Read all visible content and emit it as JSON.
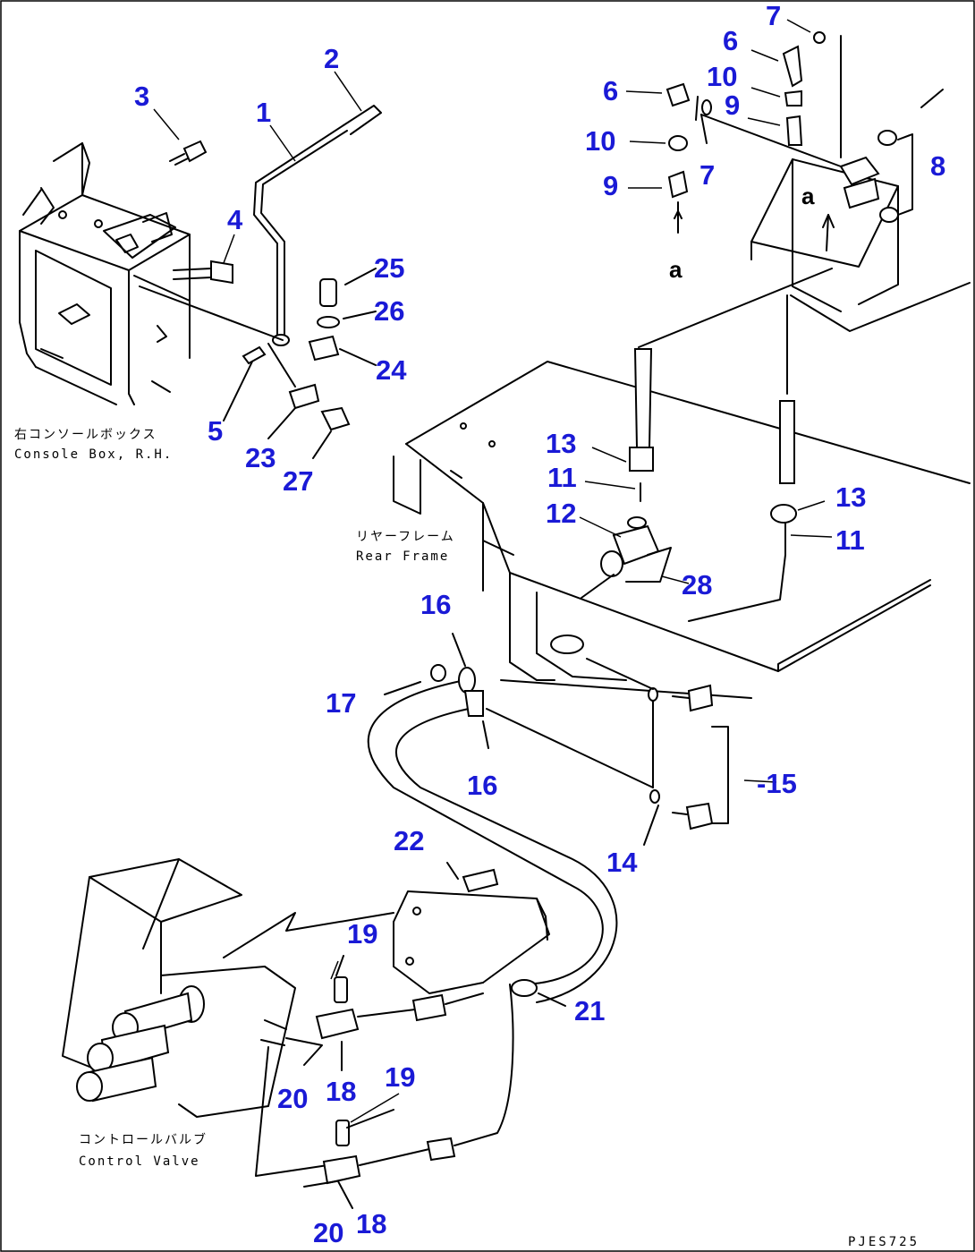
{
  "diagram": {
    "callouts": [
      {
        "id": "c1",
        "text": "1"
      },
      {
        "id": "c2",
        "text": "2"
      },
      {
        "id": "c3",
        "text": "3"
      },
      {
        "id": "c4",
        "text": "4"
      },
      {
        "id": "c5",
        "text": "5"
      },
      {
        "id": "c6a",
        "text": "6"
      },
      {
        "id": "c6b",
        "text": "6"
      },
      {
        "id": "c7a",
        "text": "7"
      },
      {
        "id": "c7b",
        "text": "7"
      },
      {
        "id": "c8",
        "text": "8"
      },
      {
        "id": "c9a",
        "text": "9"
      },
      {
        "id": "c9b",
        "text": "9"
      },
      {
        "id": "c10a",
        "text": "10"
      },
      {
        "id": "c10b",
        "text": "10"
      },
      {
        "id": "c11a",
        "text": "11"
      },
      {
        "id": "c11b",
        "text": "11"
      },
      {
        "id": "c12",
        "text": "12"
      },
      {
        "id": "c13a",
        "text": "13"
      },
      {
        "id": "c13b",
        "text": "13"
      },
      {
        "id": "c14",
        "text": "14"
      },
      {
        "id": "c15",
        "text": "-15"
      },
      {
        "id": "c16a",
        "text": "16"
      },
      {
        "id": "c16b",
        "text": "16"
      },
      {
        "id": "c17",
        "text": "17"
      },
      {
        "id": "c18a",
        "text": "18"
      },
      {
        "id": "c18b",
        "text": "18"
      },
      {
        "id": "c19a",
        "text": "19"
      },
      {
        "id": "c19b",
        "text": "19"
      },
      {
        "id": "c20a",
        "text": "20"
      },
      {
        "id": "c20b",
        "text": "20"
      },
      {
        "id": "c21",
        "text": "21"
      },
      {
        "id": "c22",
        "text": "22"
      },
      {
        "id": "c23",
        "text": "23"
      },
      {
        "id": "c24",
        "text": "24"
      },
      {
        "id": "c25",
        "text": "25"
      },
      {
        "id": "c26",
        "text": "26"
      },
      {
        "id": "c27",
        "text": "27"
      },
      {
        "id": "c28",
        "text": "28"
      }
    ],
    "view_marks": [
      {
        "id": "a1",
        "text": "a"
      },
      {
        "id": "a2",
        "text": "a"
      }
    ],
    "captions": {
      "console_jp": "右コンソールボックス",
      "console_en": "Console Box, R.H.",
      "rear_frame_jp": "リヤーフレーム",
      "rear_frame_en": "Rear Frame",
      "control_valve_jp": "コントロールバルブ",
      "control_valve_en": "Control Valve"
    },
    "drawing_code": "PJES725",
    "colors": {
      "callout": "#1a1ad6",
      "line": "#000000"
    }
  }
}
